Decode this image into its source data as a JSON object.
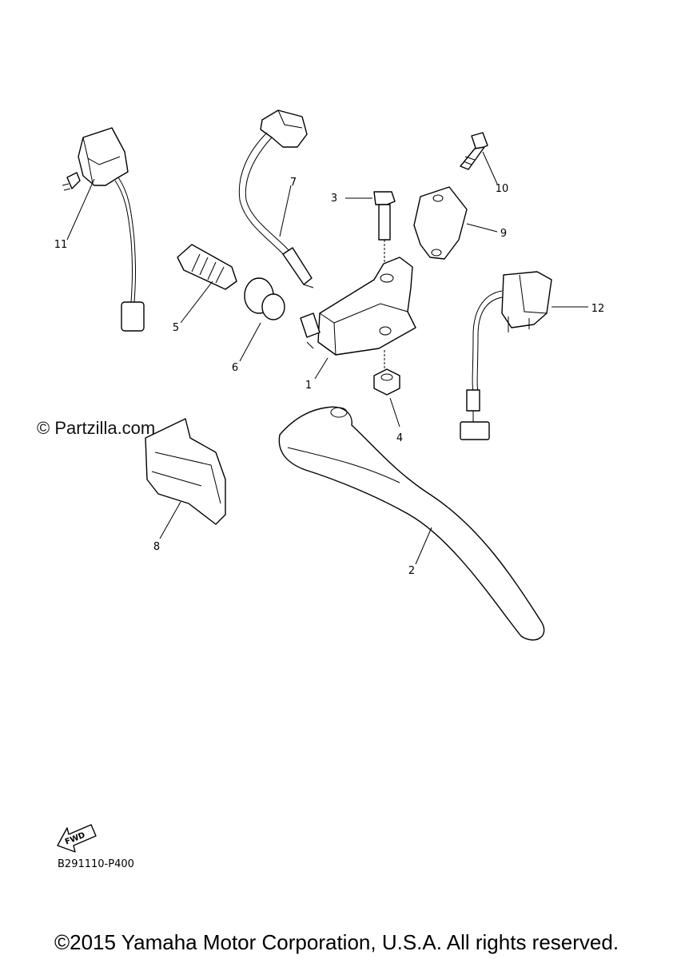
{
  "watermark": "© Partzilla.com",
  "diagram_code": "B291110-P400",
  "fwd_label": "FWD",
  "copyright": "©2015 Yamaha Motor Corporation, U.S.A. All rights reserved.",
  "callouts": {
    "c1": "1",
    "c2": "2",
    "c3": "3",
    "c4": "4",
    "c5": "5",
    "c6": "6",
    "c7": "7",
    "c8": "8",
    "c9": "9",
    "c10": "10",
    "c11": "11",
    "c12": "12"
  }
}
